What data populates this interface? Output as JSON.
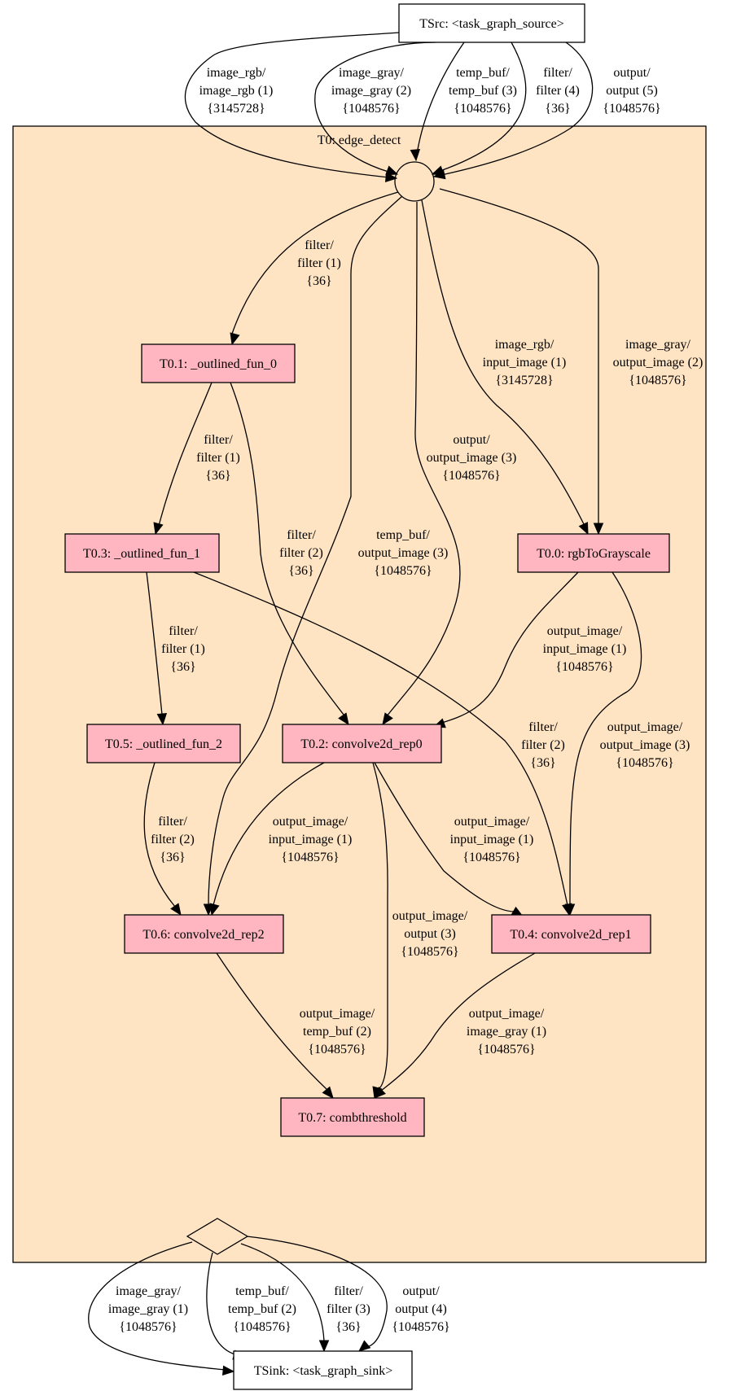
{
  "cluster": {
    "label": "T0: edge_detect",
    "fill": "#ffe4c4"
  },
  "colors": {
    "task_fill": "#ffb6c1",
    "terminal_fill": "#ffffff",
    "line": "#000000"
  },
  "nodes": {
    "source": "TSrc: <task_graph_source>",
    "sink": "TSink: <task_graph_sink>",
    "t01": "T0.1: _outlined_fun_0",
    "t03": "T0.3: _outlined_fun_1",
    "t00": "T0.0: rgbToGrayscale",
    "t05": "T0.5: _outlined_fun_2",
    "t02": "T0.2: convolve2d_rep0",
    "t06": "T0.6: convolve2d_rep2",
    "t04": "T0.4: convolve2d_rep1",
    "t07": "T0.7: combthreshold"
  },
  "edges": {
    "src_image_rgb": [
      "image_rgb/",
      "image_rgb (1)",
      "{3145728}"
    ],
    "src_image_gray": [
      "image_gray/",
      "image_gray (2)",
      "{1048576}"
    ],
    "src_temp_buf": [
      "temp_buf/",
      "temp_buf (3)",
      "{1048576}"
    ],
    "src_filter": [
      "filter/",
      "filter (4)",
      "{36}"
    ],
    "src_output": [
      "output/",
      "output (5)",
      "{1048576}"
    ],
    "in_filter_t01": [
      "filter/",
      "filter (1)",
      "{36}"
    ],
    "in_image_rgb_t00": [
      "image_rgb/",
      "input_image (1)",
      "{3145728}"
    ],
    "in_image_gray_t00": [
      "image_gray/",
      "output_image (2)",
      "{1048576}"
    ],
    "in_output_t02": [
      "output/",
      "output_image (3)",
      "{1048576}"
    ],
    "in_temp_buf_t06": [
      "temp_buf/",
      "output_image (3)",
      "{1048576}"
    ],
    "t01_t03": [
      "filter/",
      "filter (1)",
      "{36}"
    ],
    "t01_t02": [
      "filter/",
      "filter (2)",
      "{36}"
    ],
    "t03_t05": [
      "filter/",
      "filter (1)",
      "{36}"
    ],
    "t03_t04": [
      "filter/",
      "filter (2)",
      "{36}"
    ],
    "t00_t02": [
      "output_image/",
      "input_image (1)",
      "{1048576}"
    ],
    "t00_t04": [
      "output_image/",
      "output_image (3)",
      "{1048576}"
    ],
    "t05_t06": [
      "filter/",
      "filter (2)",
      "{36}"
    ],
    "t02_t06": [
      "output_image/",
      "input_image (1)",
      "{1048576}"
    ],
    "t02_t04": [
      "output_image/",
      "input_image (1)",
      "{1048576}"
    ],
    "t02_t07": [
      "output_image/",
      "output (3)",
      "{1048576}"
    ],
    "t06_t07": [
      "output_image/",
      "temp_buf (2)",
      "{1048576}"
    ],
    "t04_t07": [
      "output_image/",
      "image_gray (1)",
      "{1048576}"
    ],
    "out_image_gray": [
      "image_gray/",
      "image_gray (1)",
      "{1048576}"
    ],
    "out_temp_buf": [
      "temp_buf/",
      "temp_buf (2)",
      "{1048576}"
    ],
    "out_filter": [
      "filter/",
      "filter (3)",
      "{36}"
    ],
    "out_output": [
      "output/",
      "output (4)",
      "{1048576}"
    ]
  }
}
